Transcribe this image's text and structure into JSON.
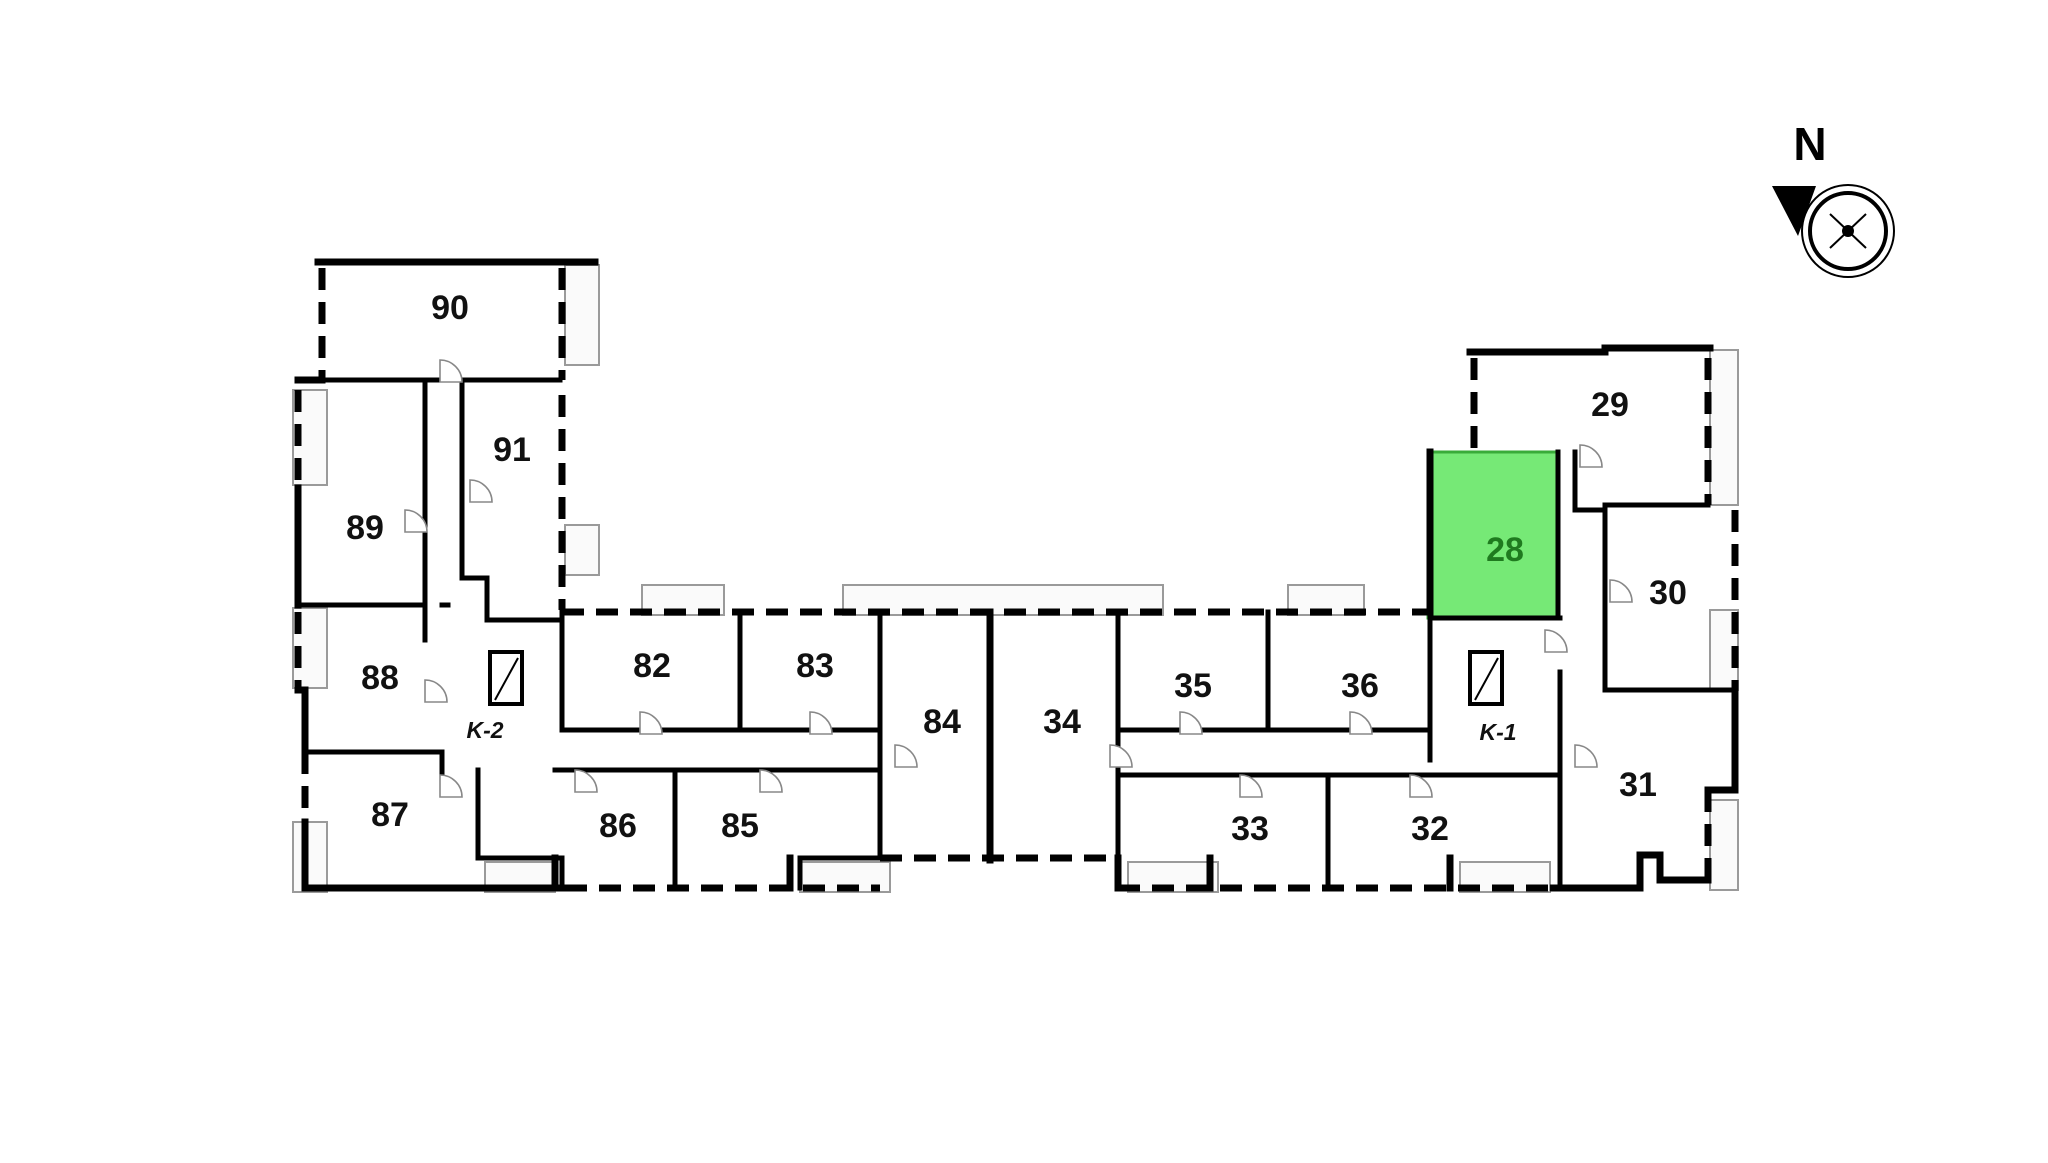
{
  "accent_color": "#6fe86f",
  "compass": {
    "label": "N",
    "icon": "north-arrow-compass-icon"
  },
  "selected_unit": "28",
  "units": [
    {
      "id": "90",
      "label": "90"
    },
    {
      "id": "91",
      "label": "91"
    },
    {
      "id": "89",
      "label": "89"
    },
    {
      "id": "88",
      "label": "88"
    },
    {
      "id": "87",
      "label": "87"
    },
    {
      "id": "82",
      "label": "82"
    },
    {
      "id": "83",
      "label": "83"
    },
    {
      "id": "84",
      "label": "84"
    },
    {
      "id": "86",
      "label": "86"
    },
    {
      "id": "85",
      "label": "85"
    },
    {
      "id": "34",
      "label": "34"
    },
    {
      "id": "35",
      "label": "35"
    },
    {
      "id": "36",
      "label": "36"
    },
    {
      "id": "33",
      "label": "33"
    },
    {
      "id": "32",
      "label": "32"
    },
    {
      "id": "28",
      "label": "28"
    },
    {
      "id": "29",
      "label": "29"
    },
    {
      "id": "30",
      "label": "30"
    },
    {
      "id": "31",
      "label": "31"
    }
  ],
  "stairwells": [
    {
      "id": "K-2",
      "label": "K-2"
    },
    {
      "id": "K-1",
      "label": "K-1"
    }
  ]
}
